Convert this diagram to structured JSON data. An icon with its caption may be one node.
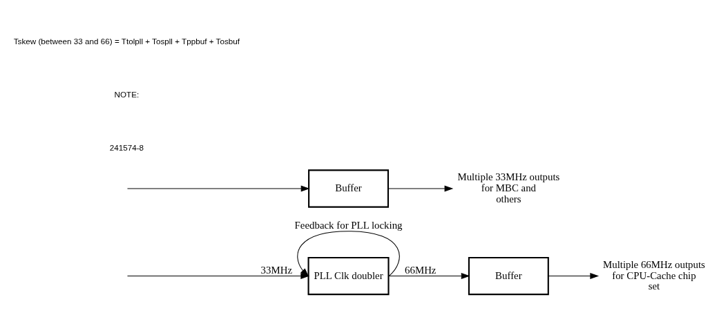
{
  "diagram": {
    "nodes": [
      {
        "text": [
          "PLL Clk doubler"
        ]
      },
      {
        "text": [
          "Buffer"
        ]
      },
      {
        "text": [
          "Buffer"
        ]
      },
      {
        "text": [
          "Multiple 66MHz outputs for CPU-Cache chip set"
        ]
      },
      {
        "text": [
          "Multiple 33MHz outputs for MBC and others"
        ]
      }
    ],
    "edges": [
      {
        "from": null,
        "to": 0,
        "arrow": "to",
        "label": "33MHz"
      },
      {
        "from": null,
        "to": 2,
        "arrow": "to"
      },
      {
        "from": 0,
        "to": 0,
        "arrow": "to",
        "label": "Feedback for PLL locking"
      },
      {
        "from": 0,
        "to": 1,
        "arrow": "to",
        "label": "66MHz"
      },
      {
        "from": 1,
        "to": 3,
        "arrow": "to"
      },
      {
        "from": 2,
        "to": 4,
        "arrow": "to"
      }
    ],
    "labels": [
      "241574-8",
      "NOTE:",
      "Tskew (between 33 and 66) = Ttolpll + Tospll + Tppbuf + Tosbuf"
    ]
  }
}
